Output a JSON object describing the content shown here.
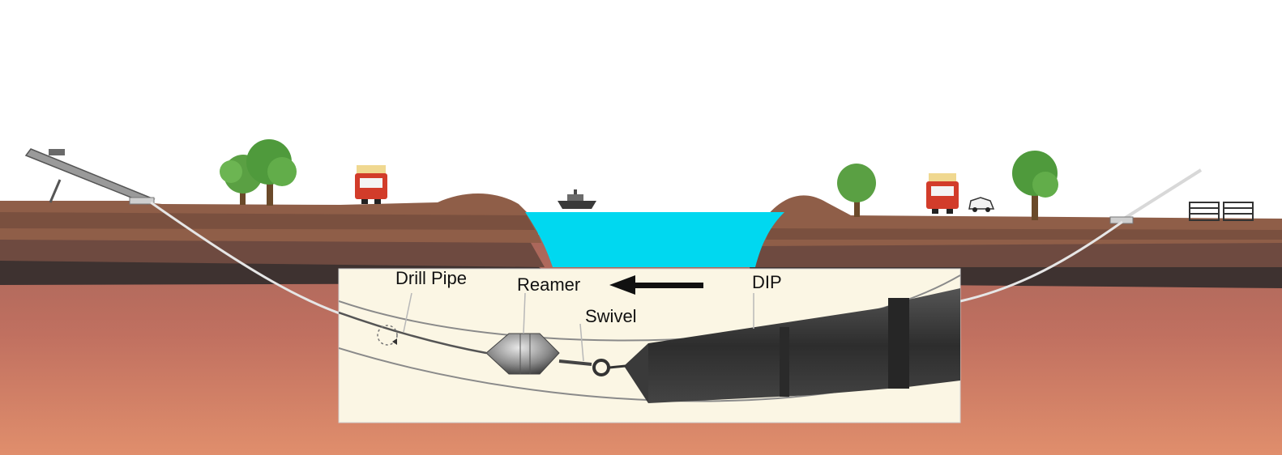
{
  "labels": {
    "drill_pipe": "Drill Pipe",
    "reamer": "Reamer",
    "swivel": "Swivel",
    "dip": "DIP"
  },
  "colors": {
    "sky": "#ffffff",
    "water": "#00d8f0",
    "topsoil": "#8a5a44",
    "dark_layer": "#3a2e2c",
    "clay": "#b86e55",
    "deep_soil": "#d98a6a",
    "inset_bg": "#fbf6e4",
    "pipe": "#333333",
    "tree": "#5aa043",
    "truck": "#d23c2a"
  }
}
